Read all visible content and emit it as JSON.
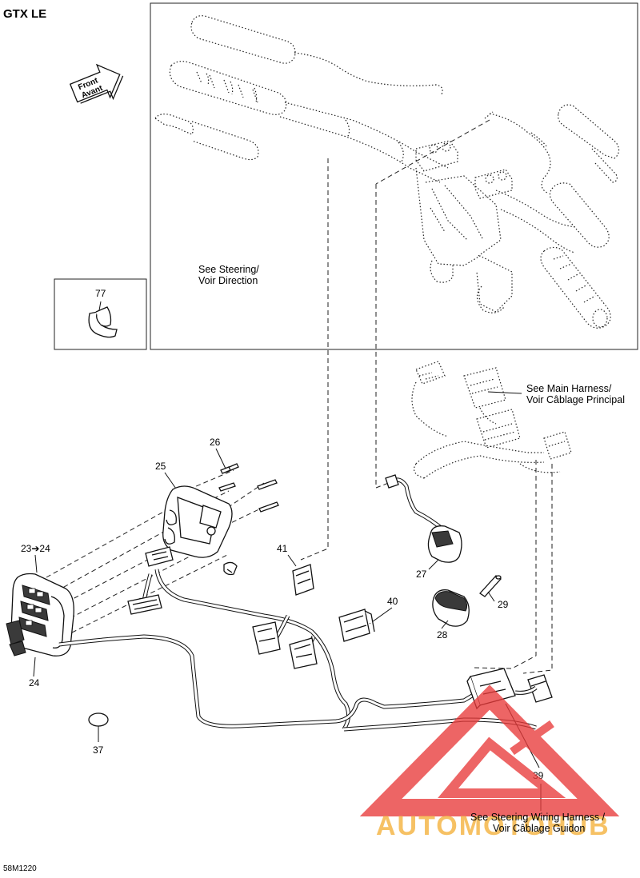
{
  "diagram": {
    "title": "GTX LE",
    "code": "58M1220",
    "direction_arrow": {
      "line1": "Front",
      "line2": "Avant"
    },
    "notes": {
      "steering": {
        "line1": "See Steering/",
        "line2": "Voir Direction"
      },
      "main_harness": {
        "line1": "See Main Harness/",
        "line2": "Voir Câblage Principal"
      },
      "steering_wiring": {
        "line1": "See Steering Wiring Harness /",
        "line2": "Voir Câblage Guidon"
      }
    },
    "callouts": {
      "c77": "77",
      "c26": "26",
      "c25": "25",
      "c23": "23➔24",
      "c41": "41",
      "c27": "27",
      "c40": "40",
      "c29": "29",
      "c28": "28",
      "c24": "24",
      "c37": "37",
      "c39": "39"
    },
    "watermark": "AUTOMOTOHUB"
  },
  "colors": {
    "watermark_red": "#e83a3a",
    "watermark_orange": "#f5b74a",
    "line": "#111111"
  }
}
